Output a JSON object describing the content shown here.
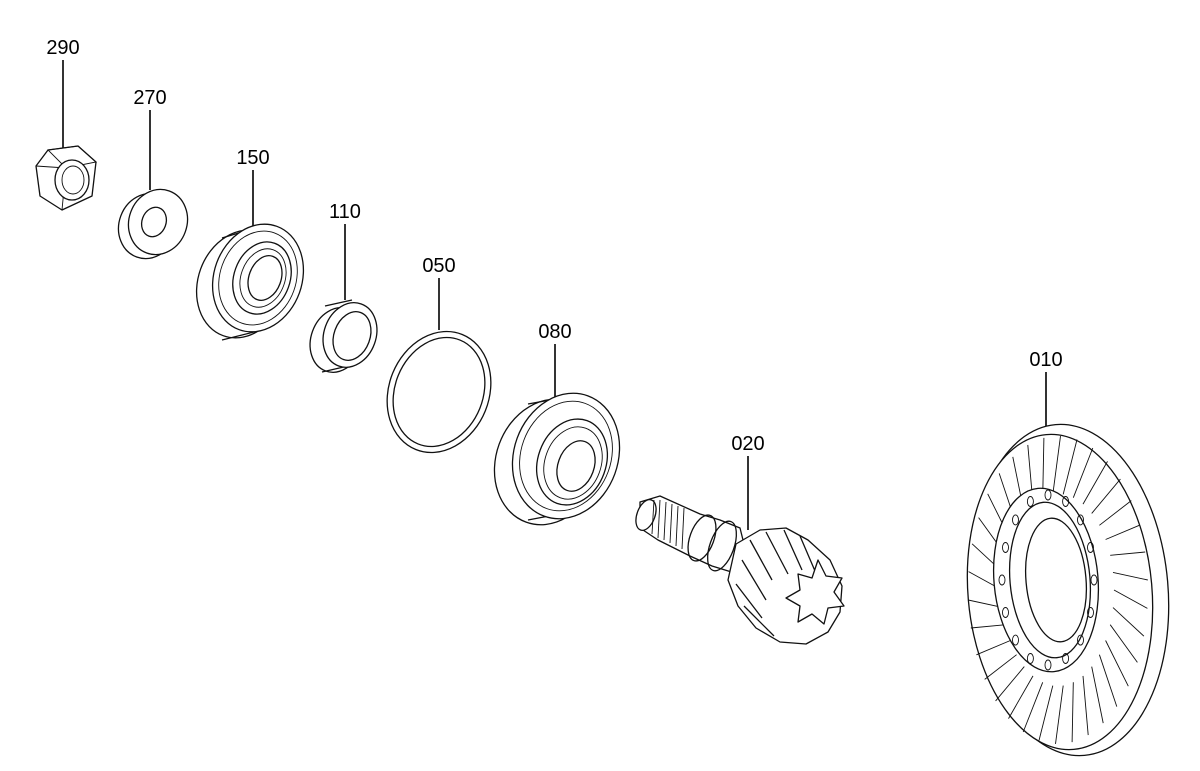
{
  "parts": [
    {
      "id": "p290",
      "number": "290"
    },
    {
      "id": "p270",
      "number": "270"
    },
    {
      "id": "p150",
      "number": "150"
    },
    {
      "id": "p110",
      "number": "110"
    },
    {
      "id": "p050",
      "number": "050"
    },
    {
      "id": "p080",
      "number": "080"
    },
    {
      "id": "p020",
      "number": "020"
    },
    {
      "id": "p010",
      "number": "010"
    }
  ]
}
